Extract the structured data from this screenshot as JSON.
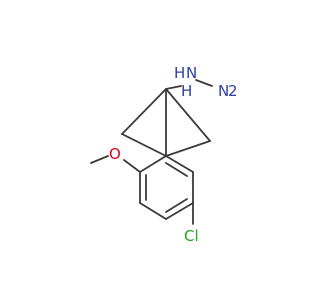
{
  "molecule": {
    "atoms": {
      "hydrazine_h_upper": "H",
      "hydrazine_n_upper": "N",
      "hydrazine_h_lower": "H",
      "hydrazine_n_lower": "N",
      "hydrazine_h2_subscript": "2",
      "methoxy_oxygen": "O",
      "chlorine": "Cl"
    },
    "colors": {
      "bond": "#3a3a3a",
      "nitrogen": "#2e3ea3",
      "oxygen": "#e0001c",
      "chlorine": "#23a223"
    }
  }
}
